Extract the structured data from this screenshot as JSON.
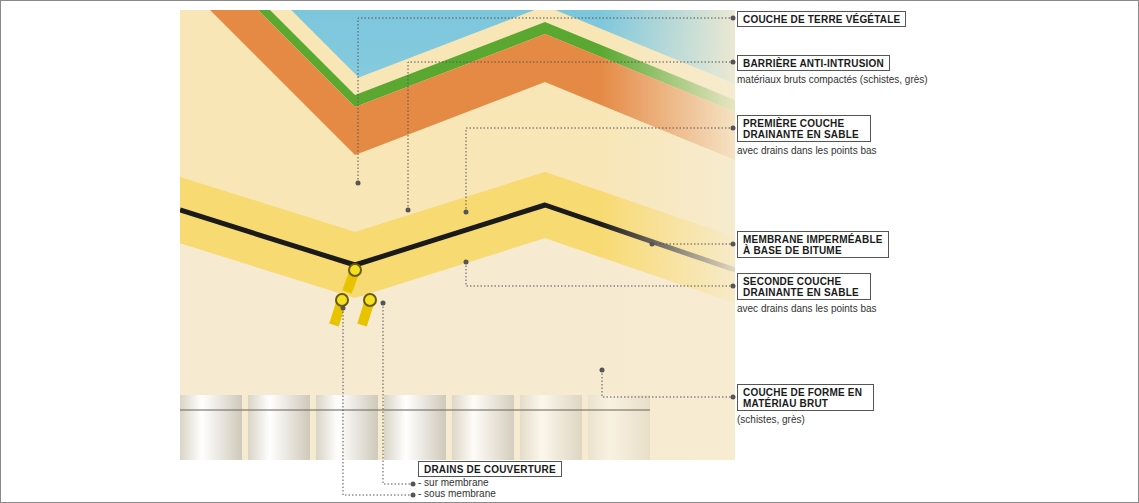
{
  "diagram": {
    "nodes": [
      {
        "text": [
          "COUCHE DE TERRE VÉGÉTALE"
        ]
      },
      {
        "text": [
          "BARRIÈRE ANTI-INTRUSION",
          "matériaux bruts compactés (schistes, grès)"
        ]
      },
      {
        "text": [
          "PREMIÈRE COUCHE DRAINANTE EN SABLE",
          "avec drains dans les points bas"
        ]
      },
      {
        "text": [
          "MEMBRANE IMPERMÉABLE À BASE DE BITUME"
        ]
      },
      {
        "text": [
          "SECONDE COUCHE DRAINANTE EN SABLE",
          "avec drains dans les points bas"
        ]
      },
      {
        "text": [
          "COUCHE DE FORME EN MATÉRIAU BRUT",
          "(schistes, grès)"
        ]
      },
      {
        "text": [
          "DRAINS DE COUVERTURE",
          "- sur membrane",
          "- sous membrane"
        ]
      }
    ]
  }
}
